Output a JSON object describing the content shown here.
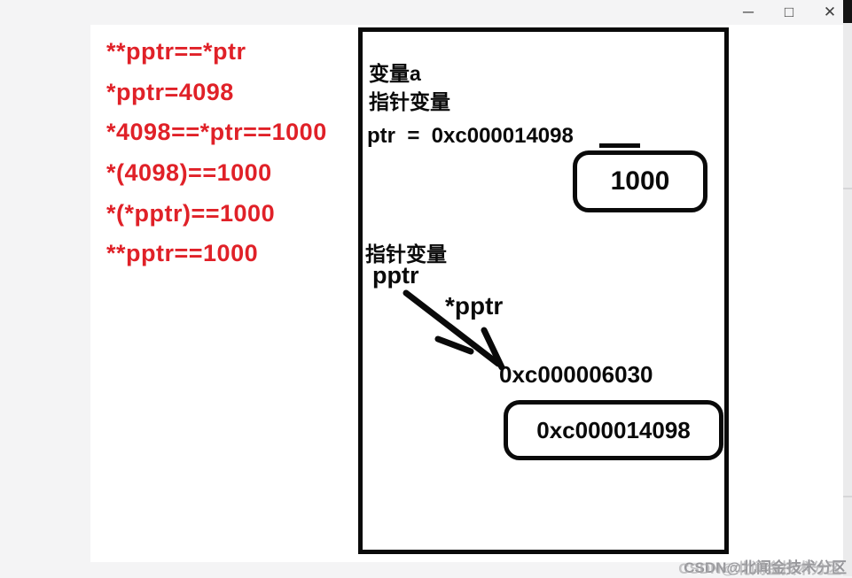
{
  "colors": {
    "expression_red": "#e02128",
    "ink_black": "#0a0a0a",
    "watermark_gray": "#97979b",
    "canvas_white": "#ffffff",
    "frame_gray": "#f4f4f5"
  },
  "window": {
    "minimize_icon": "─",
    "maximize_icon": "□",
    "close_icon": "✕"
  },
  "expressions": {
    "lines": [
      "**pptr==*ptr",
      "*pptr=4098",
      "*4098==*ptr==1000",
      "*(4098)==1000",
      "*(*pptr)==1000",
      "**pptr==1000"
    ]
  },
  "diagram": {
    "var_a_label": "变量a",
    "pointer_var_label_top": "指针变量",
    "ptr_assignment": "ptr  =  0xc000014098",
    "value_box_text": "1000",
    "pointer_var_label_bottom": "指针变量",
    "pptr_label": "pptr",
    "deref_label": "*pptr",
    "address_text": "0xc000006030",
    "address_box_text": "0xc000014098"
  },
  "watermark": {
    "text": "CSDN@北闻金技术分区"
  }
}
